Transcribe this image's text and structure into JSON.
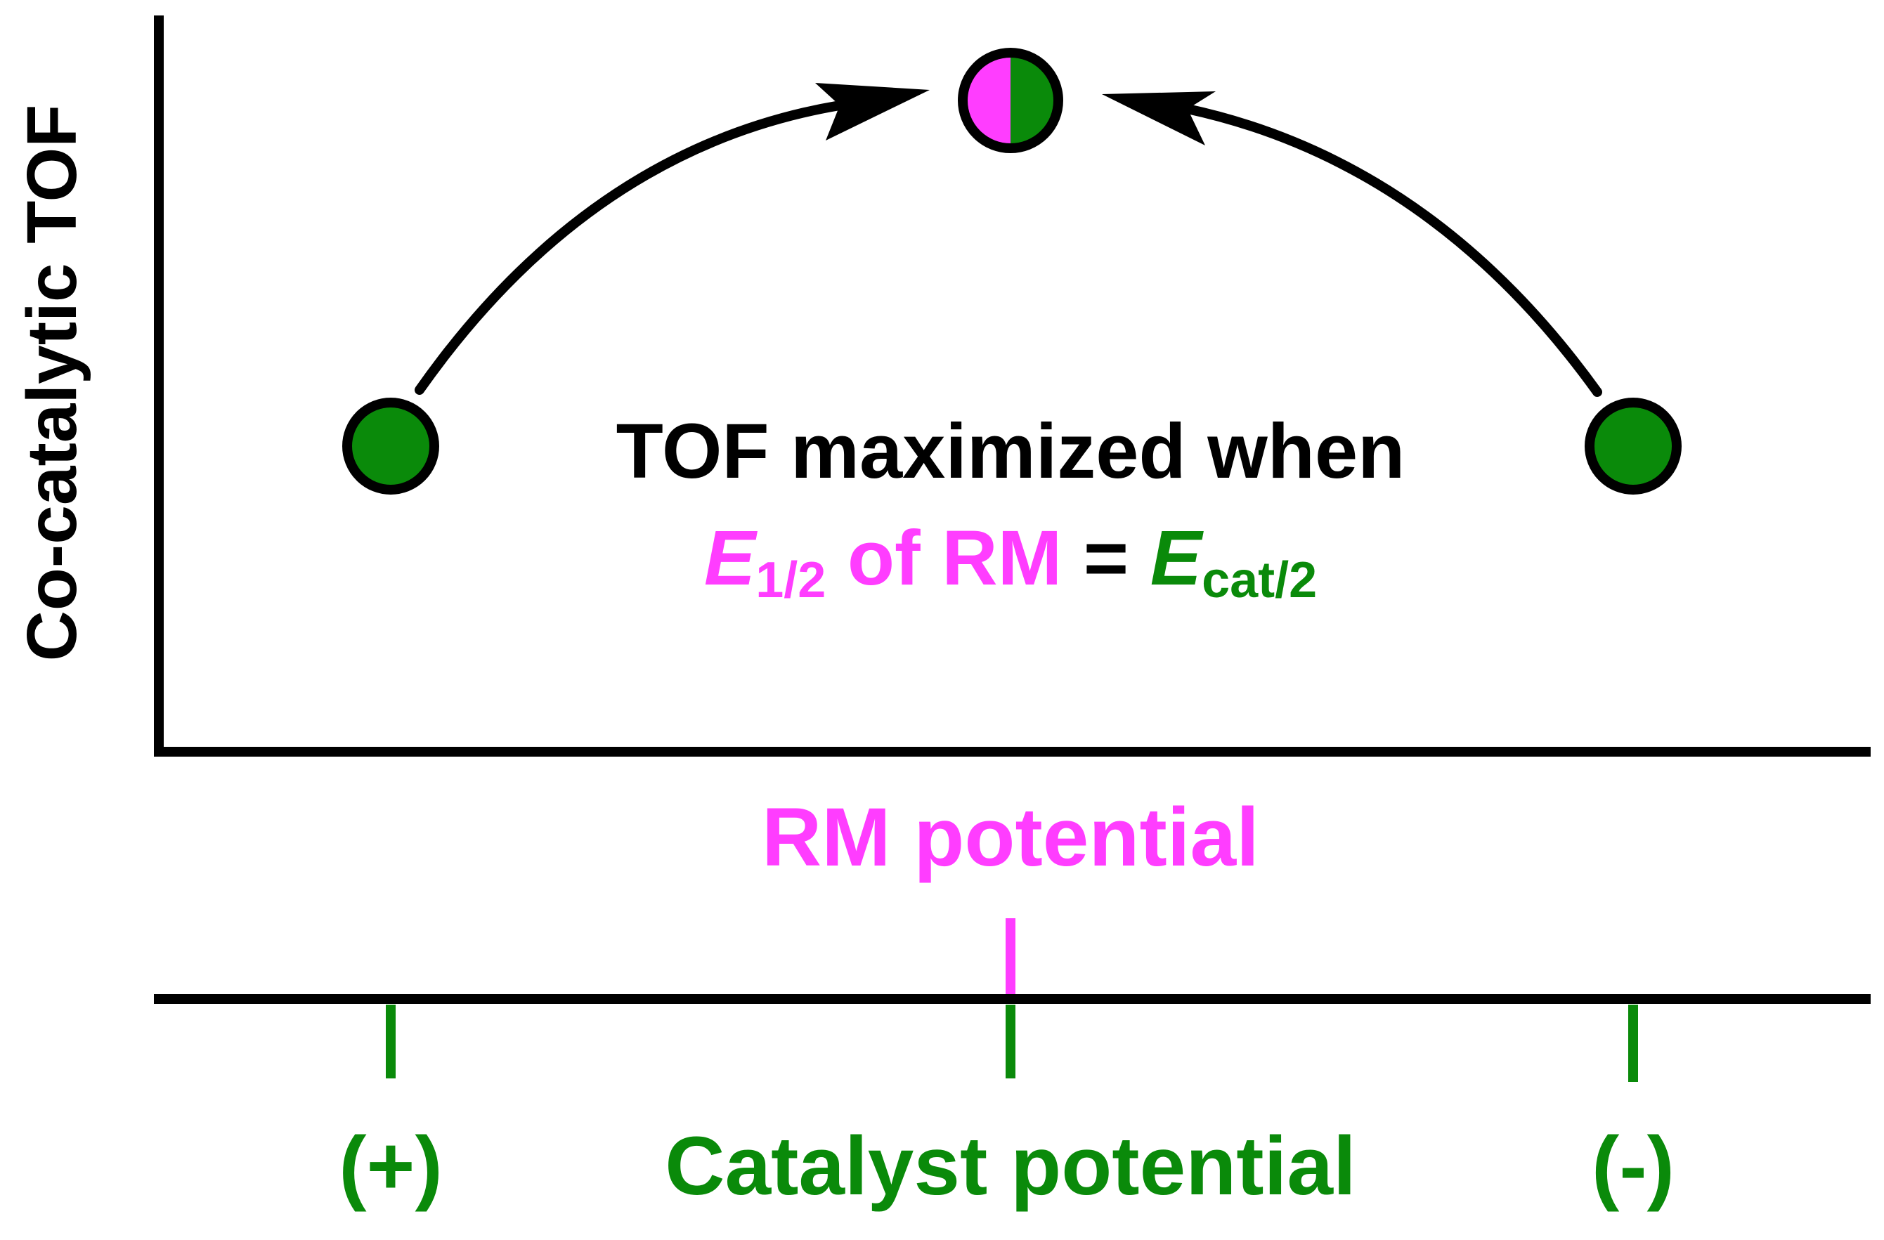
{
  "y_axis_label": "Co-catalytic TOF",
  "annotation": {
    "line1": "TOF maximized when",
    "line2": {
      "e_half_symbol": "E",
      "e_half_subscript": "1/2",
      "middle": " of RM ",
      "equals": "= ",
      "e_cat_symbol": "E",
      "e_cat_subscript": "cat/2"
    }
  },
  "rm_axis_label": "RM potential",
  "catalyst_axis": {
    "label": "Catalyst potential",
    "left_sign": "(+)",
    "right_sign": "(-)"
  },
  "colors": {
    "magenta": "#ff3dff",
    "green": "#0a8a0a",
    "black": "#000000"
  }
}
